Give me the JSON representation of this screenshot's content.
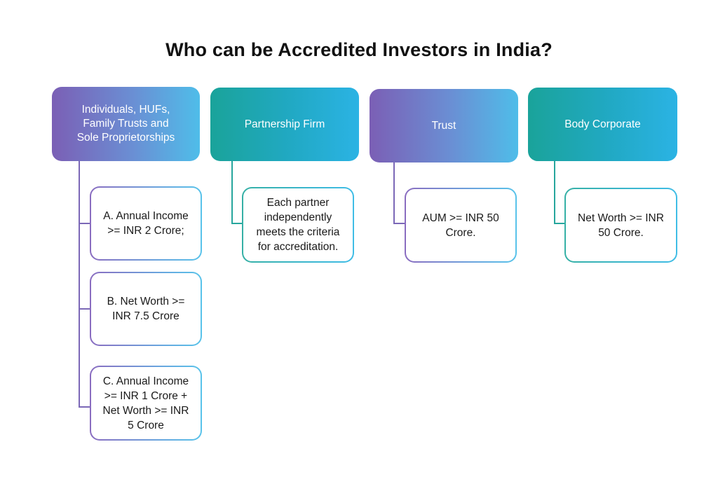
{
  "title": "Who can be Accredited Investors in India?",
  "columns": [
    {
      "header": "Individuals, HUFs,\nFamily Trusts and\nSole Proprietorships",
      "criteria": [
        "A. Annual Income\n>= INR 2 Crore;",
        "B. Net Worth >=\nINR 7.5 Crore",
        "C. Annual Income\n>= INR 1 Crore +\nNet Worth >= INR\n5 Crore"
      ]
    },
    {
      "header": "Partnership Firm",
      "criteria": [
        "Each partner\nindependently\nmeets the criteria\nfor accreditation."
      ]
    },
    {
      "header": "Trust",
      "criteria": [
        "AUM >= INR 50\nCrore."
      ]
    },
    {
      "header": "Body Corporate",
      "criteria": [
        "Net Worth >= INR\n50 Crore."
      ]
    }
  ],
  "colors": {
    "purple_start": "#7b5fb5",
    "teal_start": "#1aa39a",
    "blue_end": "#4fbde9",
    "connector_purple": "#7b68b7",
    "connector_teal": "#27a69d"
  }
}
